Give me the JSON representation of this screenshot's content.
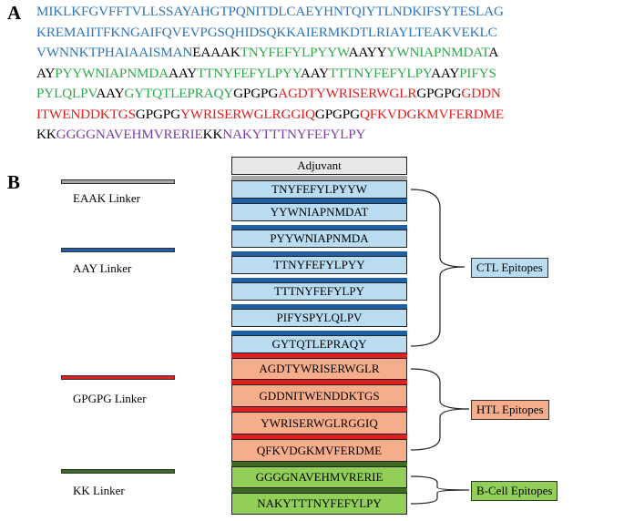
{
  "panel_a": {
    "label": "A",
    "lines": [
      [
        {
          "text": "MIKLKFGVFFTVLLSSAYAHGTPQNITDLCAEYHNTQIYTLNDKIFSYTESLAG",
          "color": "#2e75b6"
        }
      ],
      [
        {
          "text": "KREMAIITFKNGAIFQVEVPGSQHIDSQKKAIERMKDTLRIAYLTEAKVEKLC",
          "color": "#2e75b6"
        }
      ],
      [
        {
          "text": "VWNNKTPHAIAAISMAN",
          "color": "#2e75b6"
        },
        {
          "text": "EAAAK",
          "color": "#000000"
        },
        {
          "text": "TNYFEFYLPYYW",
          "color": "#2ea84c"
        },
        {
          "text": "AAYY",
          "color": "#000000"
        },
        {
          "text": "YWNIAPNMDAT",
          "color": "#2ea84c"
        },
        {
          "text": "A",
          "color": "#000000"
        }
      ],
      [
        {
          "text": "AY",
          "color": "#000000"
        },
        {
          "text": "PYYWNIAPNMDA",
          "color": "#2ea84c"
        },
        {
          "text": "AAY",
          "color": "#000000"
        },
        {
          "text": "TTNYFEFYLPYY",
          "color": "#2ea84c"
        },
        {
          "text": "AAY",
          "color": "#000000"
        },
        {
          "text": "TTTNYFEFYLPY",
          "color": "#2ea84c"
        },
        {
          "text": "AAY",
          "color": "#000000"
        },
        {
          "text": "PIFYS",
          "color": "#2ea84c"
        }
      ],
      [
        {
          "text": "PYLQLPV",
          "color": "#2ea84c"
        },
        {
          "text": "AAY",
          "color": "#000000"
        },
        {
          "text": "GYTQTLEPRAQY",
          "color": "#2ea84c"
        },
        {
          "text": "GPGPG",
          "color": "#000000"
        },
        {
          "text": "AGDTYWRISERWGLR",
          "color": "#e02020"
        },
        {
          "text": "GPGPG",
          "color": "#000000"
        },
        {
          "text": "GDDN",
          "color": "#e02020"
        }
      ],
      [
        {
          "text": "ITWENDDKTGS",
          "color": "#e02020"
        },
        {
          "text": "GPGPG",
          "color": "#000000"
        },
        {
          "text": "YWRISERWGLRGGIQ",
          "color": "#e02020"
        },
        {
          "text": "GPGPG",
          "color": "#000000"
        },
        {
          "text": "QFKVDGKMVFERDME",
          "color": "#e02020"
        }
      ],
      [
        {
          "text": "KK",
          "color": "#000000"
        },
        {
          "text": "GGGGNAVEHMVRERIE",
          "color": "#7b3fa6"
        },
        {
          "text": "KK",
          "color": "#000000"
        },
        {
          "text": "NAKYTTTNYFEFYLPY",
          "color": "#7b3fa6"
        }
      ]
    ]
  },
  "panel_b": {
    "label": "B",
    "adjuvant": "Adjuvant",
    "legend": [
      {
        "label": "EAAK Linker",
        "color": "#a6a6a6"
      },
      {
        "label": "AAY Linker",
        "color": "#1f5fa8"
      },
      {
        "label": "GPGPG Linker",
        "color": "#e02020"
      },
      {
        "label": "KK Linker",
        "color": "#3e6b24"
      }
    ],
    "groups": [
      {
        "name": "CTL Epitopes",
        "fill": "#b9dcf0",
        "linker_color": "#1f5fa8",
        "epitopes": [
          "TNYFEFYLPYYW",
          "YYWNIAPNMDAT",
          "PYYWNIAPNMDA",
          "TTNYFEFYLPYY",
          "TTTNYFEFYLPY",
          "PIFYSPYLQLPV",
          "GYTQTLEPRAQY"
        ]
      },
      {
        "name": "HTL Epitopes",
        "fill": "#f6ad8c",
        "linker_color": "#e02020",
        "epitopes": [
          "AGDTYWRISERWGLR",
          "GDDNITWENDDKTGS",
          "YWRISERWGLRGGIQ",
          "QFKVDGKMVFERDME"
        ]
      },
      {
        "name": "B-Cell Epitopes",
        "fill": "#92cf59",
        "linker_color": "#3e6b24",
        "epitopes": [
          "GGGGNAVEHMVRERIE",
          "NAKYTTTNYFEFYLPY"
        ]
      }
    ]
  }
}
